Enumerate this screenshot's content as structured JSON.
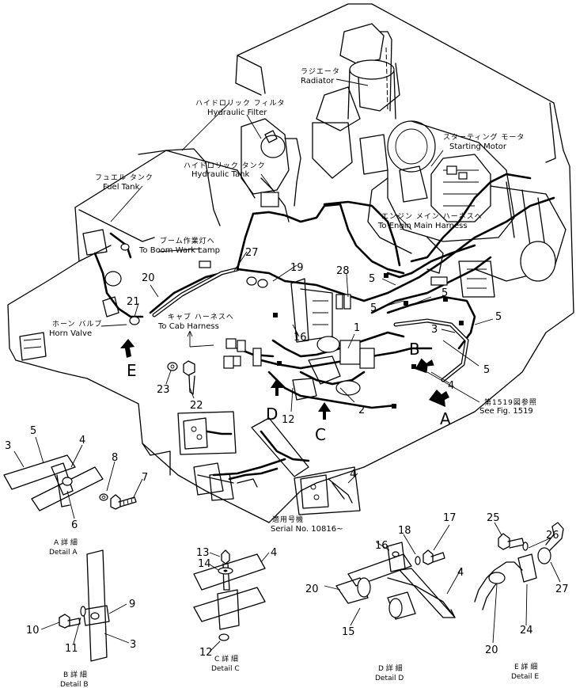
{
  "labels": {
    "radiator": {
      "jp": "ラジエータ",
      "en": "Radiator"
    },
    "hydraulic_filter": {
      "jp": "ハイドロリック フィルタ",
      "en": "Hydraulic Filter"
    },
    "starting_motor": {
      "jp": "スターティング モータ",
      "en": "Starting Motor"
    },
    "hydraulic_tank": {
      "jp": "ハイドロリック タンク",
      "en": "Hydraulic Tank"
    },
    "fuel_tank": {
      "jp": "フュエル タンク",
      "en": "Fuel Tank"
    },
    "engine_main_harness": {
      "jp": "エンジン メイン ハーネスへ",
      "en": "To Engin Main Harness"
    },
    "boom_work_lamp": {
      "jp": "ブーム作業灯へ",
      "en": "To Boom Wark Lamp"
    },
    "cab_harness": {
      "jp": "キャブ ハーネスへ",
      "en": "To Cab Harness"
    },
    "horn_valve": {
      "jp": "ホーン バルブ",
      "en": "Horn Valve"
    },
    "see_fig": {
      "jp": "第1519図参照",
      "en": "See Fig. 1519"
    },
    "serial": {
      "jp": "適用号機",
      "en": "Serial No. 10816~"
    }
  },
  "view_letters": {
    "a": "A",
    "b": "B",
    "c": "C",
    "d": "D",
    "e": "E"
  },
  "parts": {
    "p1": "1",
    "p2": "2",
    "p3": "3",
    "p4": "4",
    "p5": "5",
    "p6": "6",
    "p7": "7",
    "p8": "8",
    "p9": "9",
    "p10": "10",
    "p11": "11",
    "p12": "12",
    "p13": "13",
    "p14": "14",
    "p15": "15",
    "p16": "16",
    "p17": "17",
    "p18": "18",
    "p19": "19",
    "p20": "20",
    "p21": "21",
    "p22": "22",
    "p23": "23",
    "p24": "24",
    "p25": "25",
    "p26": "26",
    "p27": "27",
    "p28": "28"
  },
  "details": {
    "a": {
      "jp": "A 詳 細",
      "en": "Detail A"
    },
    "b": {
      "jp": "B 詳 細",
      "en": "Detail B"
    },
    "c": {
      "jp": "C 詳 細",
      "en": "Detail C"
    },
    "d": {
      "jp": "D 詳 細",
      "en": "Detail D"
    },
    "e": {
      "jp": "E 詳 細",
      "en": "Detail E"
    }
  }
}
